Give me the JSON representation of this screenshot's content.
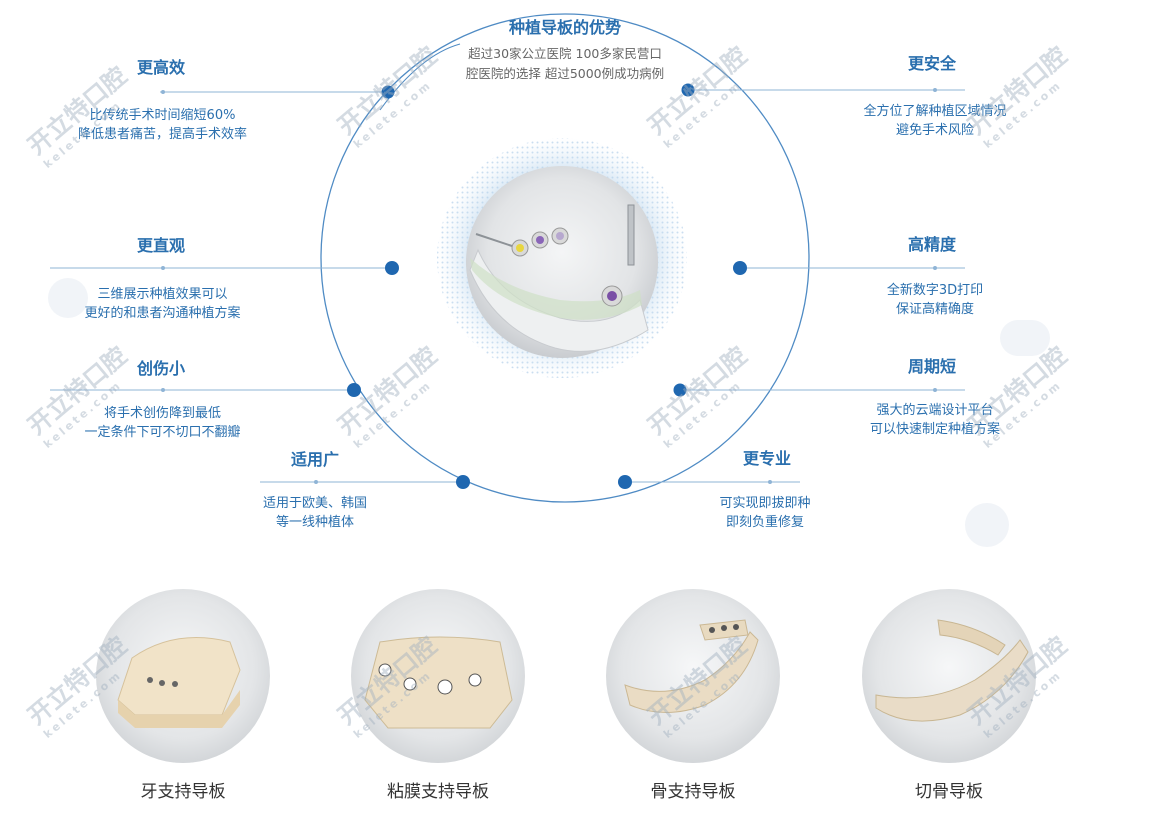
{
  "center": {
    "title": "种植导板的优势",
    "desc1": "超过30家公立医院 100多家民营口",
    "desc2": "腔医院的选择 超过5000例成功病例"
  },
  "features": [
    {
      "title": "更高效",
      "line1": "比传统手术时间缩短60%",
      "line2": "降低患者痛苦，提高手术效率"
    },
    {
      "title": "更直观",
      "line1": "三维展示种植效果可以",
      "line2": "更好的和患者沟通种植方案"
    },
    {
      "title": "创伤小",
      "line1": "将手术创伤降到最低",
      "line2": "一定条件下可不切口不翻瓣"
    },
    {
      "title": "适用广",
      "line1": "适用于欧美、韩国",
      "line2": "等一线种植体"
    },
    {
      "title": "更安全",
      "line1": "全方位了解种植区域情况",
      "line2": "避免手术风险"
    },
    {
      "title": "高精度",
      "line1": "全新数字3D打印",
      "line2": "保证高精确度"
    },
    {
      "title": "周期短",
      "line1": "强大的云端设计平台",
      "line2": "可以快速制定种植方案"
    },
    {
      "title": "更专业",
      "line1": "可实现即拔即种",
      "line2": "即刻负重修复"
    }
  ],
  "guides": [
    {
      "label": "牙支持导板"
    },
    {
      "label": "粘膜支持导板"
    },
    {
      "label": "骨支持导板"
    },
    {
      "label": "切骨导板"
    }
  ],
  "watermark": {
    "text": "开立特口腔",
    "sub": "kelete.com"
  },
  "colors": {
    "accent": "#2a6fae",
    "dot": "#1f67b0",
    "line": "#8fb4d6"
  }
}
